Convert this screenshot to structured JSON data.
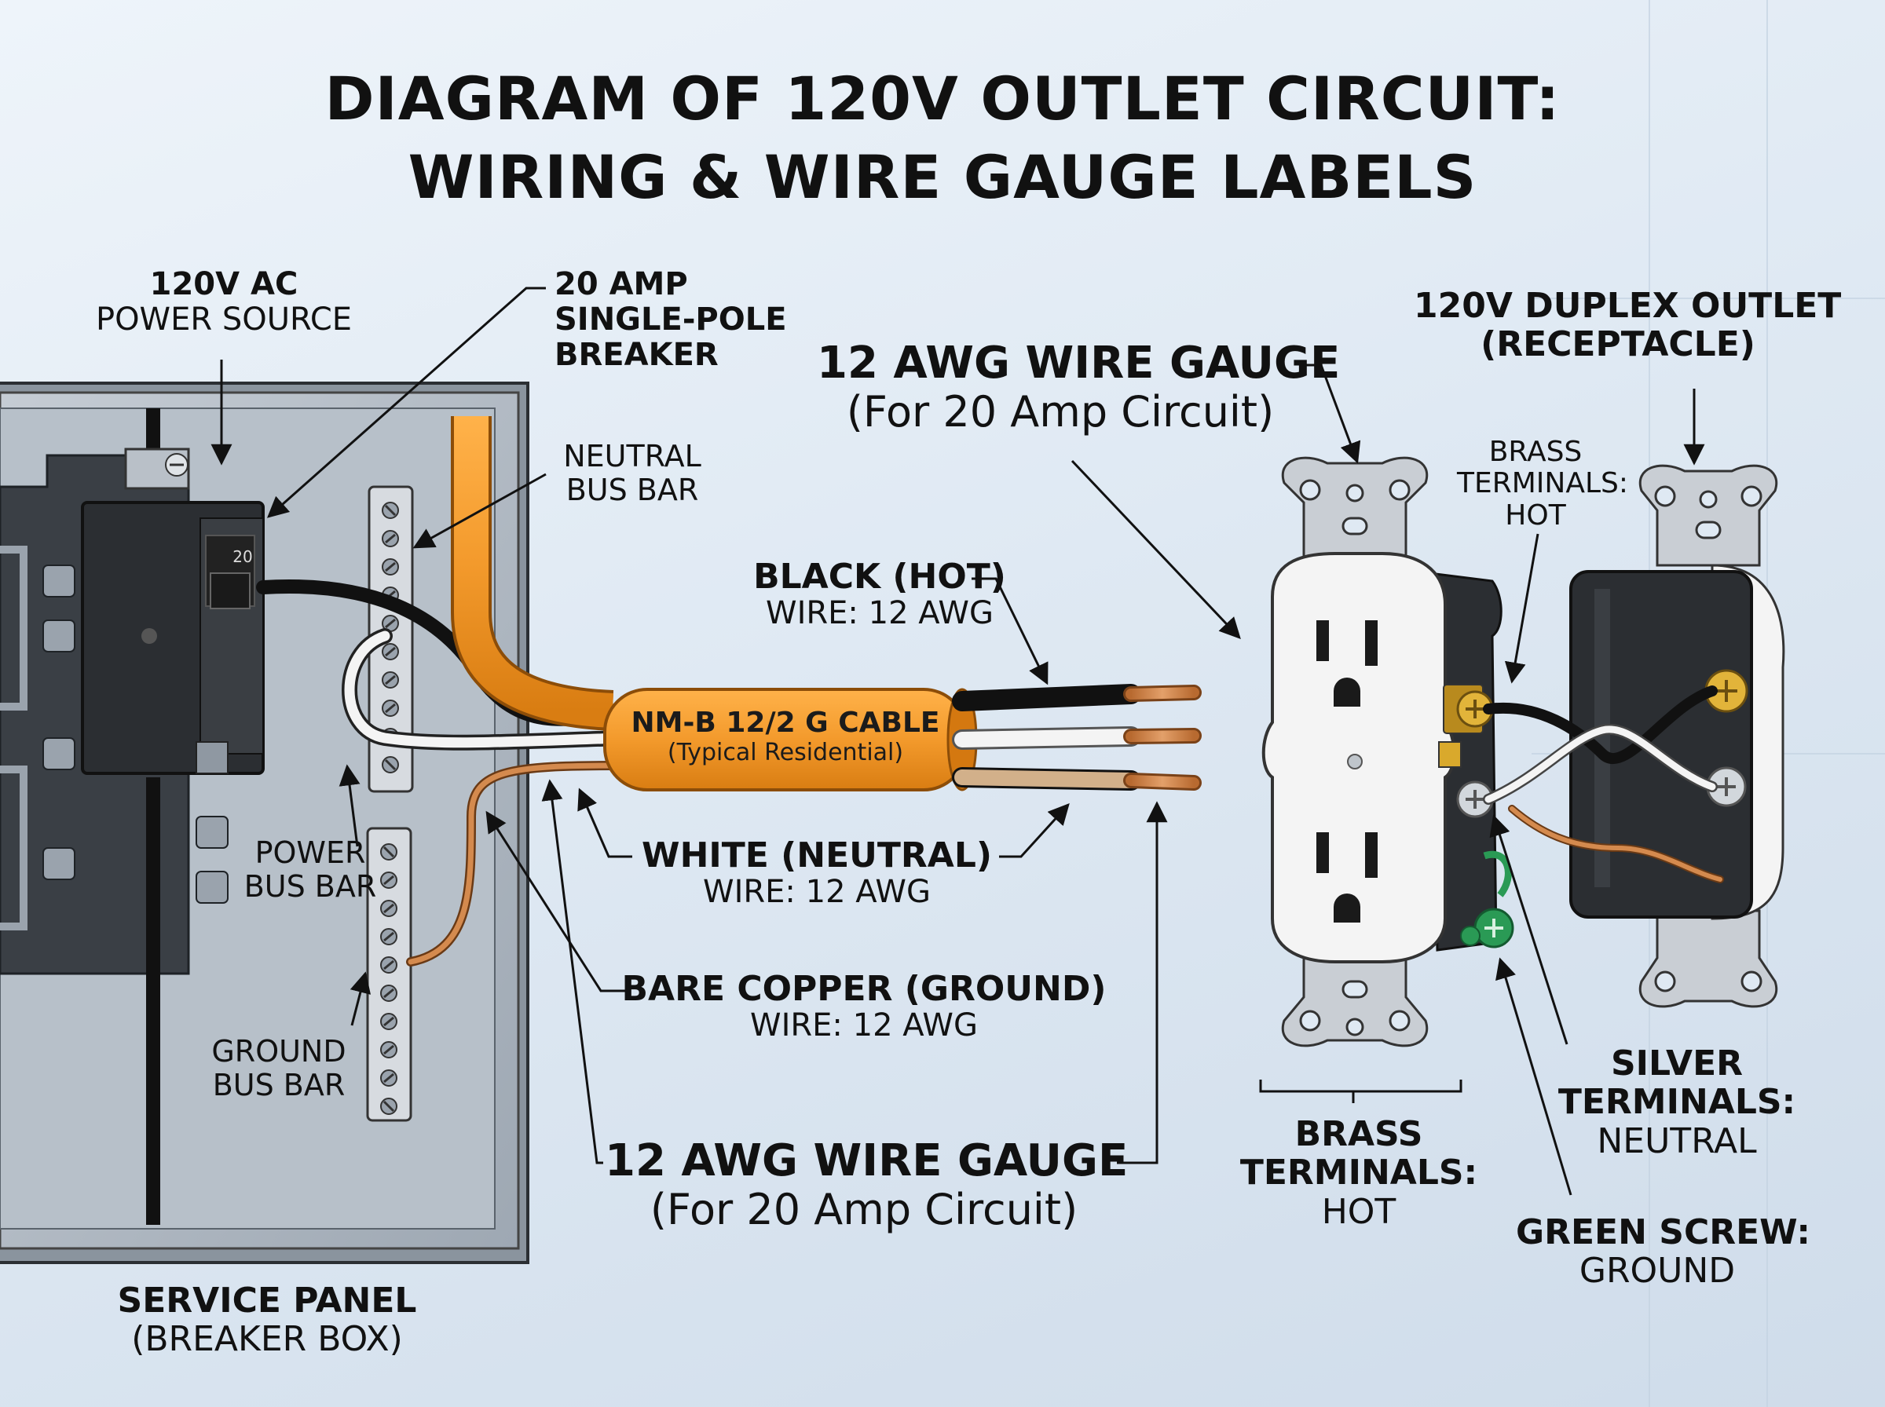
{
  "title": {
    "line1": "DIAGRAM OF 120V OUTLET CIRCUIT:",
    "line2": "WIRING & WIRE GAUGE LABELS"
  },
  "labels": {
    "power_source": {
      "line1": "120V AC",
      "line2": "POWER SOURCE"
    },
    "breaker": {
      "line1": "20 AMP",
      "line2": "SINGLE-POLE",
      "line3": "BREAKER"
    },
    "breaker_rating": "20",
    "neutral_bus": {
      "line1": "NEUTRAL",
      "line2": "BUS BAR"
    },
    "power_bus": {
      "line1": "POWER",
      "line2": "BUS BAR"
    },
    "ground_bus": {
      "line1": "GROUND",
      "line2": "BUS BAR"
    },
    "service_panel": {
      "line1": "SERVICE PANEL",
      "line2": "(BREAKER BOX)"
    },
    "gauge_top": {
      "line1": "12 AWG WIRE GAUGE",
      "line2": "(For 20 Amp Circuit)"
    },
    "gauge_bottom": {
      "line1": "12 AWG WIRE GAUGE",
      "line2": "(For 20 Amp Circuit)"
    },
    "black_wire": {
      "line1": "BLACK (HOT)",
      "line2": "WIRE: 12 AWG"
    },
    "white_wire": {
      "line1": "WHITE (NEUTRAL)",
      "line2": "WIRE: 12 AWG"
    },
    "ground_wire": {
      "line1": "BARE COPPER (GROUND)",
      "line2": "WIRE: 12 AWG"
    },
    "cable": {
      "line1": "NM-B 12/2 G CABLE",
      "line2": "(Typical Residential)"
    },
    "outlet": {
      "line1": "120V DUPLEX OUTLET",
      "line2": "(RECEPTACLE)"
    },
    "brass_upper": {
      "line1": "BRASS",
      "line2": "TERMINALS:",
      "line3": "HOT"
    },
    "brass_lower": {
      "line1": "BRASS",
      "line2": "TERMINALS:",
      "line3": "HOT"
    },
    "silver": {
      "line1": "SILVER",
      "line2": "TERMINALS:",
      "line3": "NEUTRAL"
    },
    "green": {
      "line1": "GREEN SCREW:",
      "line2": "GROUND"
    }
  },
  "colors": {
    "cable_orange": "#f39a2c",
    "hot_black": "#1c1c1c",
    "neutral_white": "#f4f4f4",
    "ground_copper": "#c8783e",
    "panel_gray": "#aab4bf",
    "brass": "#d9a92c",
    "green_screw": "#2a9a55"
  }
}
